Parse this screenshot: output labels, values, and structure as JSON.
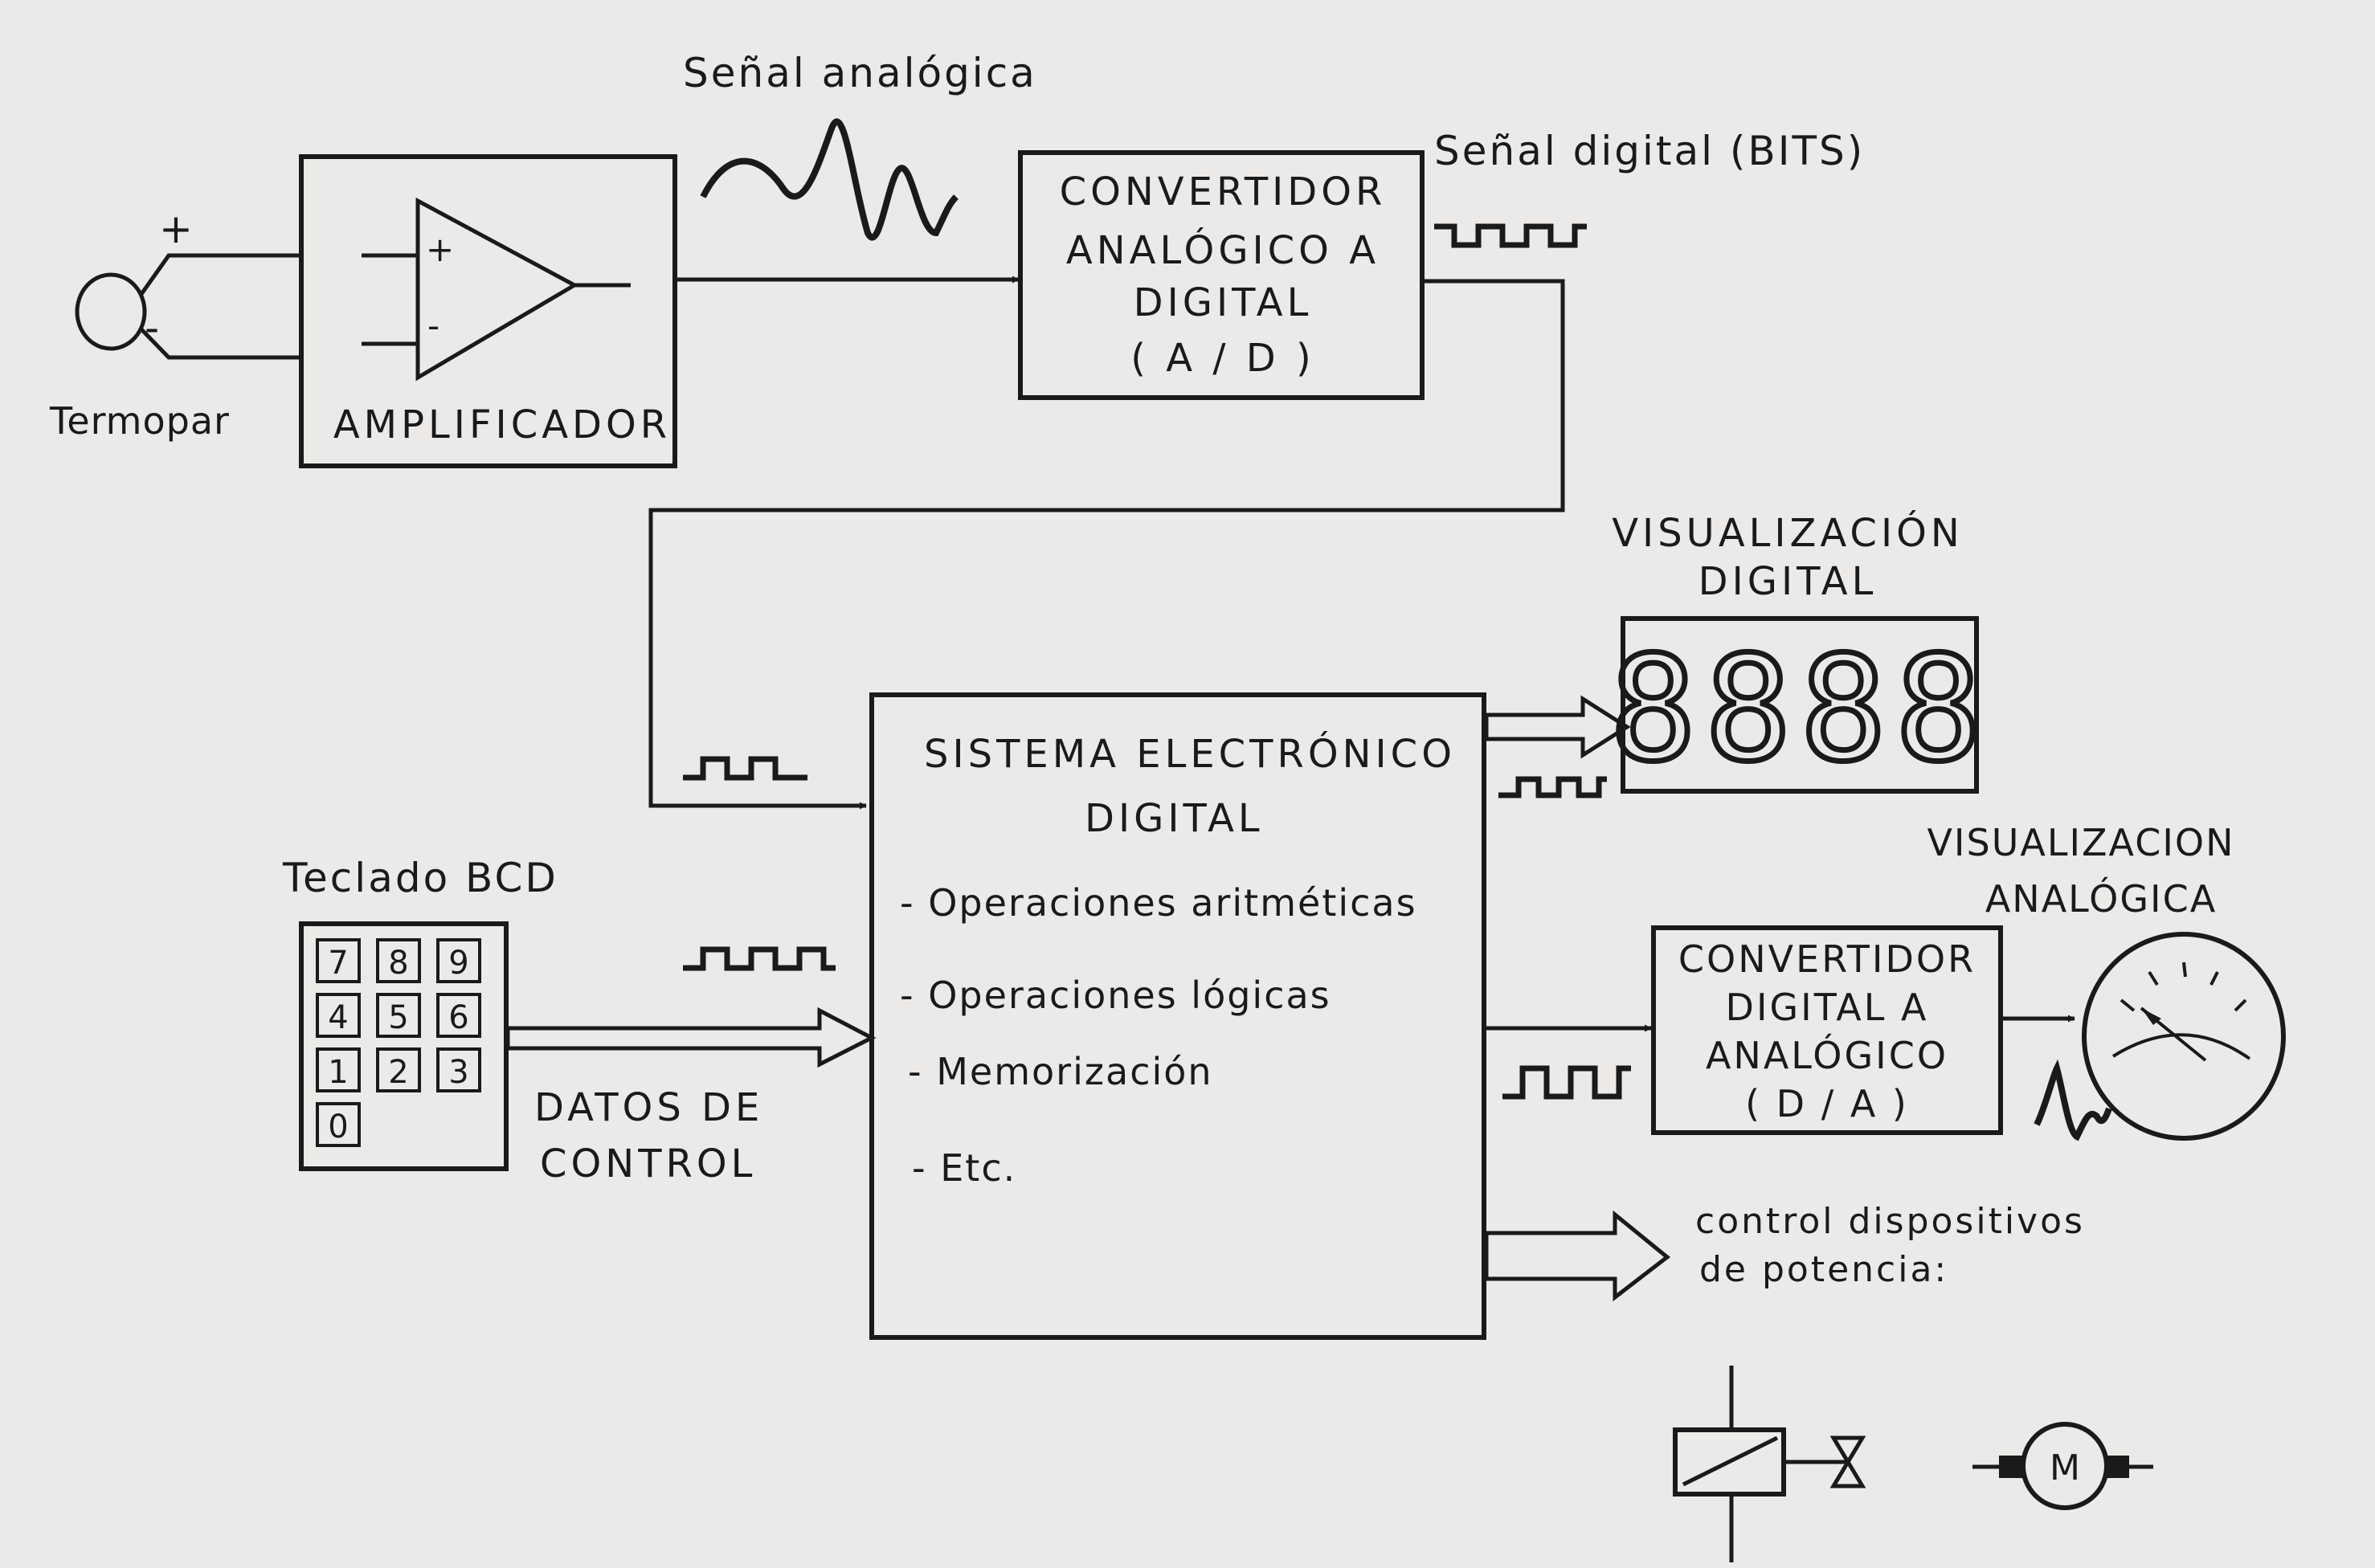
{
  "labels": {
    "senal_analogica": "Señal analógica",
    "senal_digital": "Señal digital (BITS)",
    "termopar": "Termopar",
    "plus": "+",
    "minus": "-",
    "amplificador": "AMPLIFICADOR",
    "visualizacion_digital_1": "VISUALIZACIÓN",
    "visualizacion_digital_2": "DIGITAL",
    "visualizacion_analogica_1": "VISUALIZACION",
    "visualizacion_analogica_2": "ANALÓGICA",
    "teclado": "Teclado BCD",
    "datos_control_1": "DATOS  DE",
    "datos_control_2": "CONTROL",
    "control_dispositivos_1": "control  dispositivos",
    "control_dispositivos_2": "de  potencia:",
    "motor": "M"
  },
  "adc_block": [
    "CONVERTIDOR",
    "ANALÓGICO  A",
    "DIGITAL",
    "( A / D )"
  ],
  "system_block": {
    "title_1": "SISTEMA  ELECTRÓNICO",
    "title_2": "DIGITAL",
    "items": [
      "- Operaciones  aritméticas",
      "- Operaciones  lógicas",
      "- Memorización",
      "- Etc."
    ]
  },
  "dac_block": [
    "CONVERTIDOR",
    "DIGITAL  A",
    "ANALÓGICO",
    "( D / A )"
  ],
  "keypad": {
    "rows": [
      [
        "7",
        "8",
        "9"
      ],
      [
        "4",
        "5",
        "6"
      ],
      [
        "1",
        "2",
        "3"
      ],
      [
        "0"
      ]
    ]
  },
  "digital_display": "8888"
}
